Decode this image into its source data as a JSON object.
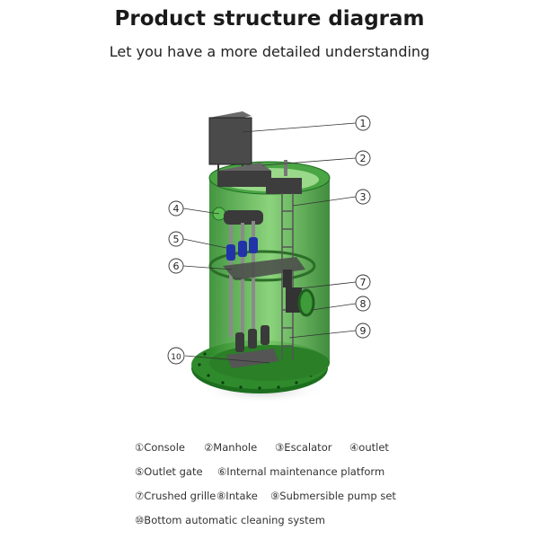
{
  "header": {
    "title": "Product structure diagram",
    "subtitle": "Let you have a more detailed understanding"
  },
  "callouts": [
    "1",
    "2",
    "3",
    "4",
    "5",
    "6",
    "7",
    "8",
    "9",
    "10"
  ],
  "legend": [
    "①Console",
    "②Manhole",
    "③Escalator",
    "④outlet",
    "⑤Outlet gate",
    "⑥Internal maintenance platform",
    "⑦Crushed grille",
    "⑧Intake",
    "⑨Submersible pump set",
    "⑩Bottom automatic cleaning system"
  ],
  "colors": {
    "tank": "#3f9a3a",
    "tank_dark": "#1f6e22",
    "equipment": "#4a4a4a",
    "gate": "#2233aa"
  }
}
